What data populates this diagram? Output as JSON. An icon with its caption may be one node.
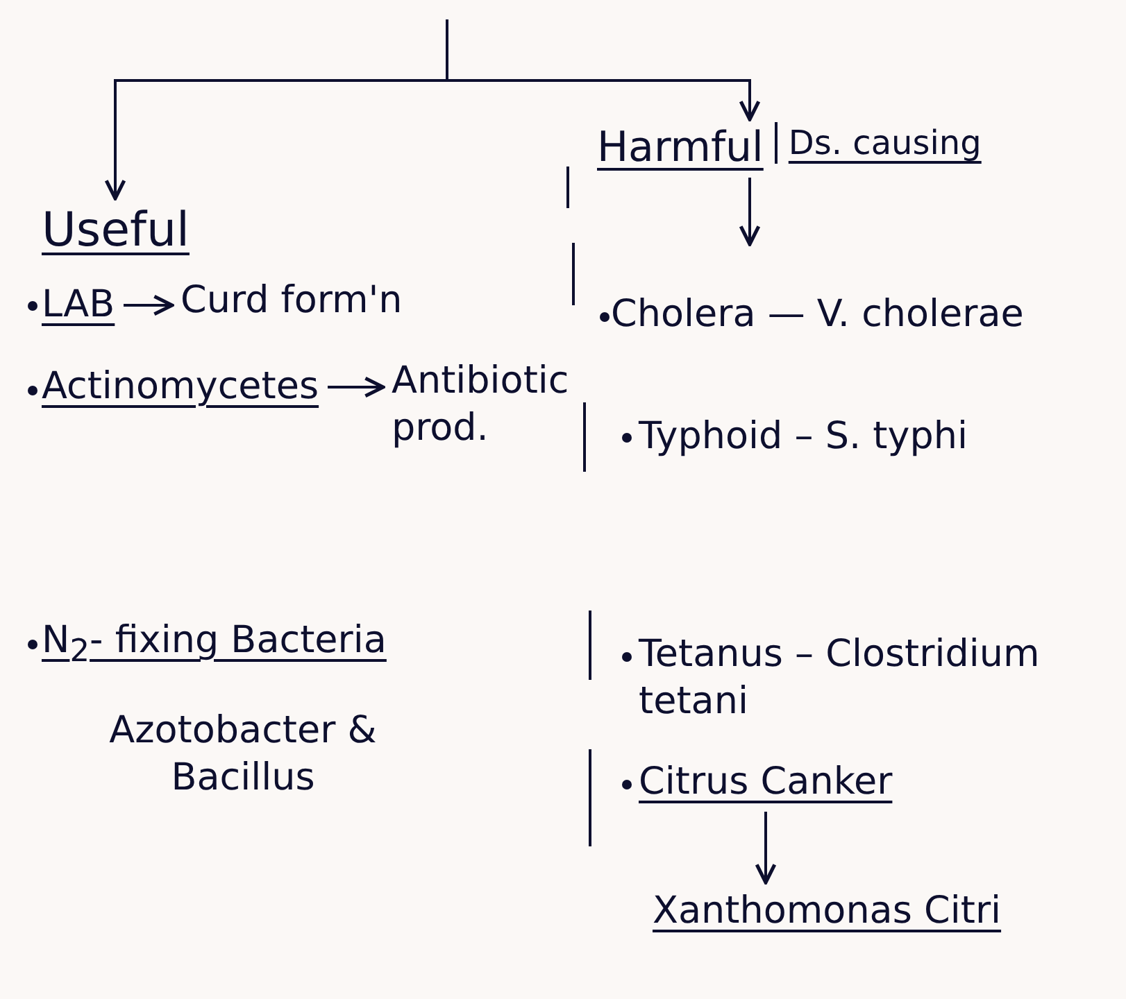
{
  "diagram": {
    "nodes": [
      {
        "text": [
          "Useful"
        ]
      },
      {
        "text": [
          "Harmful",
          "Ds. causing"
        ]
      },
      {
        "text": [
          "LAB"
        ]
      },
      {
        "text": [
          "Curd form'n"
        ]
      },
      {
        "text": [
          "Actinomycetes"
        ]
      },
      {
        "text": [
          "Antibiotic prod."
        ]
      },
      {
        "text": [
          "Citrus Canker"
        ]
      },
      {
        "text": [
          "Xanthomonas Citri"
        ]
      }
    ],
    "edges": [
      {
        "from": null,
        "to": 0,
        "arrow": "to"
      },
      {
        "from": null,
        "to": 1,
        "arrow": "to"
      },
      {
        "from": 1,
        "to": null,
        "arrow": "to"
      },
      {
        "from": 2,
        "to": 3,
        "arrow": "to"
      },
      {
        "from": 4,
        "to": 5,
        "arrow": "to"
      },
      {
        "from": 6,
        "to": 7,
        "arrow": "to"
      }
    ],
    "labels": [
      "N$_{2}$- fixing Bacteria",
      "Azotobacter & Bacillus",
      "Cholera — V. cholerae",
      "Typhoid – S. typhi",
      "Tetanus – Clostridium tetani"
    ]
  }
}
